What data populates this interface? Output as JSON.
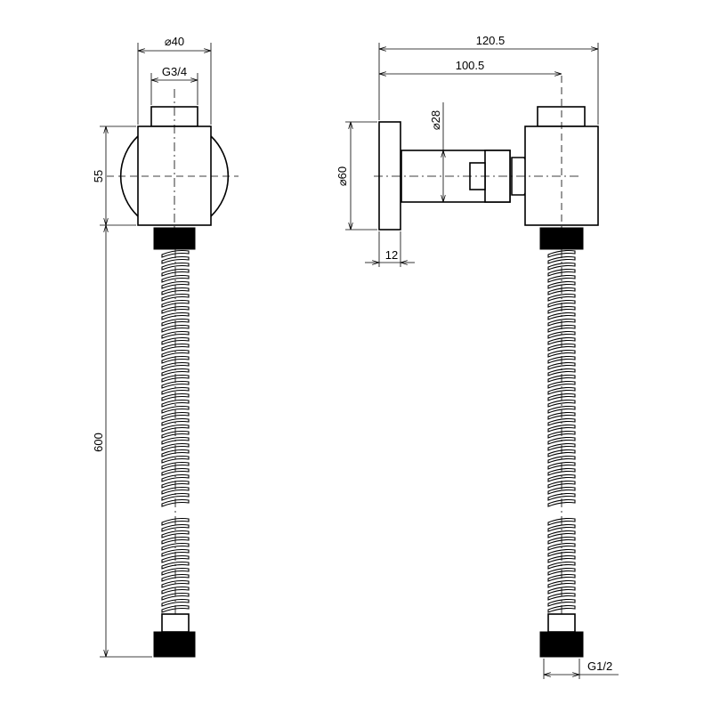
{
  "drawing": {
    "front_view": {
      "dim_outer_diameter": "⌀40",
      "dim_thread_inlet": "G3/4",
      "dim_body_height": "55",
      "dim_hose_length": "600"
    },
    "side_view": {
      "dim_total_depth": "120.5",
      "dim_axis_depth": "100.5",
      "dim_stem_diameter": "⌀28",
      "dim_flange_diameter": "⌀60",
      "dim_flange_thickness": "12",
      "dim_thread_outlet": "G1/2"
    }
  }
}
